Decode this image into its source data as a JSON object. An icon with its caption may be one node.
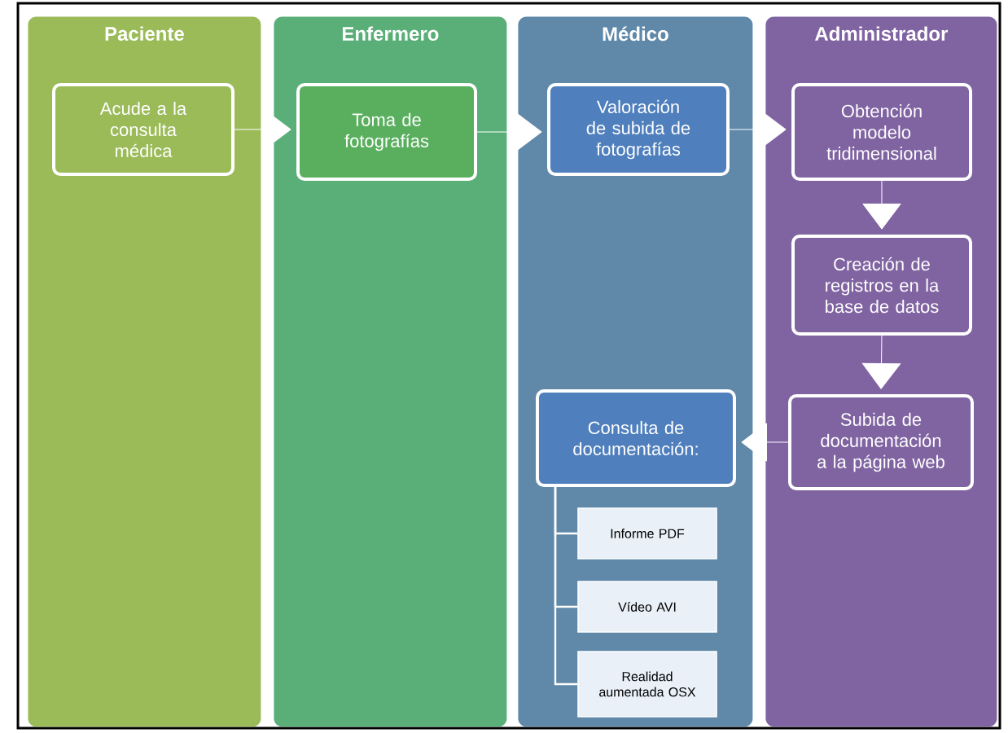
{
  "diagram": {
    "nodes": [
      {
        "text": [
          "Paciente"
        ]
      },
      {
        "text": [
          "Enfermero"
        ]
      },
      {
        "text": [
          "Médico"
        ]
      },
      {
        "text": [
          "Administrador"
        ]
      },
      {
        "text": [
          "Acude a la consulta médica"
        ],
        "in": 0
      },
      {
        "text": [
          "Toma de fotografías"
        ],
        "in": 1
      },
      {
        "text": [
          "Valoración de subida de fotografías"
        ],
        "in": 2
      },
      {
        "text": [
          "Obtención modelo tridimensional"
        ],
        "in": 3
      },
      {
        "text": [
          "Creación de registros en la base de datos"
        ],
        "in": 3
      },
      {
        "text": [
          "Subida de documentación a la página web"
        ],
        "in": 3
      },
      {
        "text": [
          "Consulta de documentación:"
        ],
        "in": 2
      },
      {
        "text": [
          "Informe PDF"
        ],
        "in": 2
      },
      {
        "text": [
          "Vídeo AVI"
        ],
        "in": 2
      },
      {
        "text": [
          "Realidad aumentada OSX"
        ],
        "in": 2
      }
    ],
    "edges": [
      {
        "from": 4,
        "to": 5,
        "arrow": "to"
      },
      {
        "from": 5,
        "to": 6,
        "arrow": "to"
      },
      {
        "from": 6,
        "to": 7,
        "arrow": "to"
      },
      {
        "from": 7,
        "to": 8,
        "arrow": "to"
      },
      {
        "from": 8,
        "to": 9,
        "arrow": "to"
      },
      {
        "from": 9,
        "to": 10,
        "arrow": "to"
      },
      {
        "from": 10,
        "to": 11,
        "arrow": "none"
      },
      {
        "from": 10,
        "to": 12,
        "arrow": "none"
      },
      {
        "from": 10,
        "to": 13,
        "arrow": "none"
      }
    ]
  }
}
